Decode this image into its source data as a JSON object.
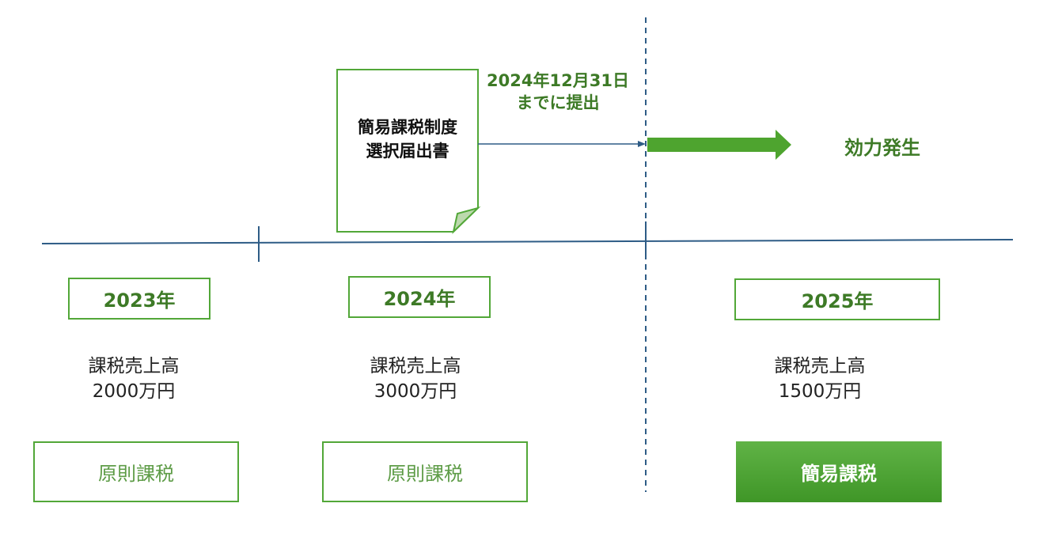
{
  "document": {
    "line1": "簡易課税制度",
    "line2": "選択届出書"
  },
  "deadline": {
    "line1": "2024年12月31日",
    "line2": "までに提出"
  },
  "effect_label": "効力発生",
  "years": [
    {
      "year": "2023年",
      "sales_label": "課税売上高",
      "sales_value": "2000万円",
      "taxation": "原則課税"
    },
    {
      "year": "2024年",
      "sales_label": "課税売上高",
      "sales_value": "3000万円",
      "taxation": "原則課税"
    },
    {
      "year": "2025年",
      "sales_label": "課税売上高",
      "sales_value": "1500万円",
      "taxation": "簡易課税"
    }
  ],
  "colors": {
    "accent_green": "#52a738",
    "dark_green_text": "#3d7a26",
    "timeline_blue": "#1f4e79"
  }
}
